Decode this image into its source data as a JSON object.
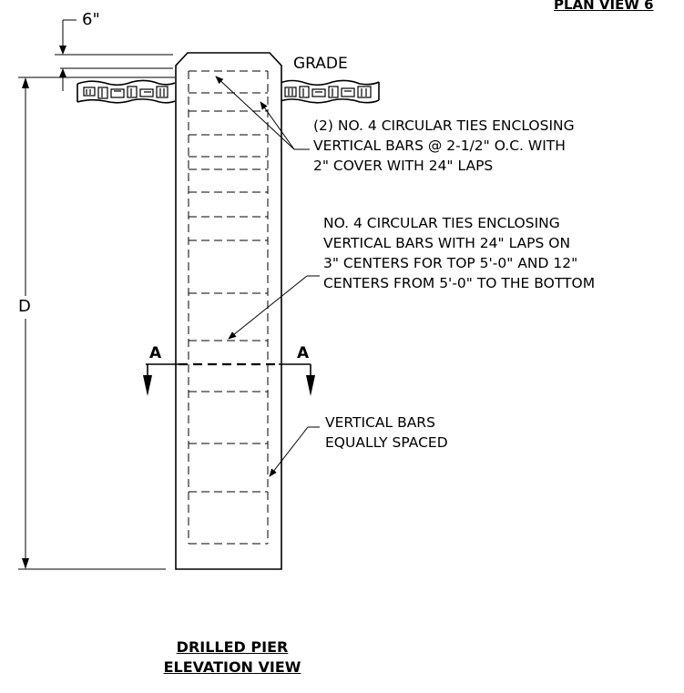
{
  "header": {
    "plan_view_label": "PLAN VIEW 6"
  },
  "dimensions": {
    "top_offset": "6\"",
    "depth": "D"
  },
  "labels": {
    "grade": "GRADE",
    "note_top_ties": [
      "(2) NO. 4 CIRCULAR TIES ENCLOSING",
      "VERTICAL BARS @ 2-1/2\" O.C. WITH",
      "2\" COVER WITH 24\" LAPS"
    ],
    "note_ties": [
      "NO. 4 CIRCULAR TIES ENCLOSING",
      "VERTICAL BARS WITH 24\" LAPS ON",
      "3\" CENTERS FOR TOP 5'-0\" AND 12\"",
      "CENTERS FROM 5'-0\" TO THE BOTTOM"
    ],
    "note_bars": [
      "VERTICAL BARS",
      "EQUALLY SPACED"
    ]
  },
  "section_markers": {
    "left": "A",
    "right": "A"
  },
  "footer": {
    "title_line1": "DRILLED PIER",
    "title_line2": "ELEVATION VIEW"
  }
}
